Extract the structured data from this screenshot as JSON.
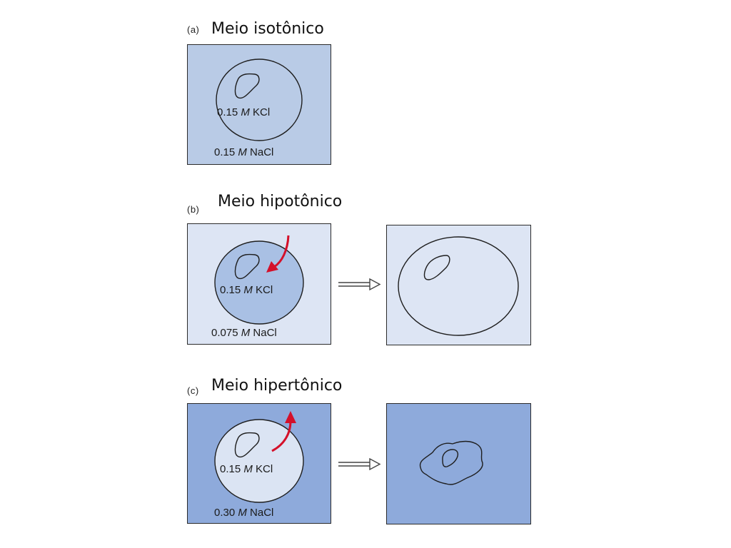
{
  "panels": [
    {
      "id": "a",
      "letter": "(a)",
      "title": "Meio isotônico",
      "inside": {
        "value": "0.15",
        "unit": "M",
        "solute": "KCl"
      },
      "outside": {
        "value": "0.15",
        "unit": "M",
        "solute": "NaCl"
      }
    },
    {
      "id": "b",
      "letter": "(b)",
      "title": "Meio hipotônico",
      "inside": {
        "value": "0.15",
        "unit": "M",
        "solute": "KCl"
      },
      "outside": {
        "value": "0.075",
        "unit": "M",
        "solute": "NaCl"
      }
    },
    {
      "id": "c",
      "letter": "(c)",
      "title": "Meio hipertônico",
      "inside": {
        "value": "0.15",
        "unit": "M",
        "solute": "KCl"
      },
      "outside": {
        "value": "0.30",
        "unit": "M",
        "solute": "NaCl"
      }
    }
  ],
  "colors": {
    "isotonic_medium": "#b9cbe6",
    "hypotonic_medium": "#dde5f4",
    "hypertonic_medium": "#8eaadb",
    "cell_isotonic": "#b9cbe6",
    "cell_hypotonic": "#a9c0e4",
    "cell_hypertonic": "#dbe4f3",
    "water_arrow": "#d4102a",
    "outline": "#1e1e1e"
  }
}
